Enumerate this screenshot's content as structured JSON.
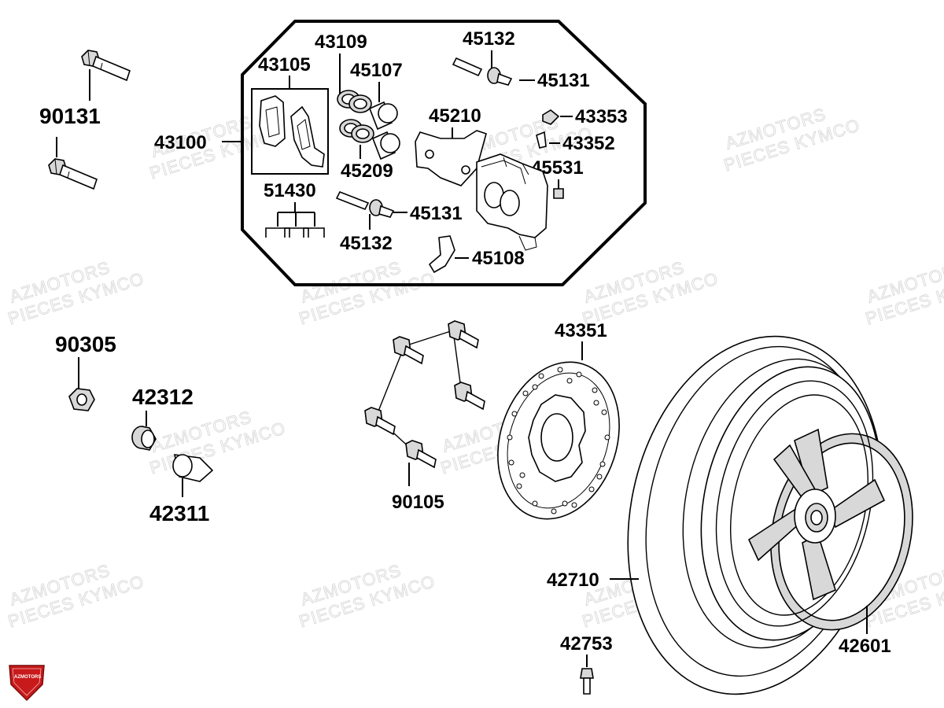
{
  "watermark": {
    "line1": "AZMOTORS",
    "line2": "PIECES KYMCO"
  },
  "logo": {
    "text": "AZMOTORS",
    "color": "#c8191b"
  },
  "parts": {
    "p90131": "90131",
    "p43100": "43100",
    "p43105": "43105",
    "p43109": "43109",
    "p45107": "45107",
    "p45132_top": "45132",
    "p45131_top": "45131",
    "p43353": "43353",
    "p43352": "43352",
    "p45210": "45210",
    "p45209": "45209",
    "p45531": "45531",
    "p51430": "51430",
    "p45131_bot": "45131",
    "p45132_bot": "45132",
    "p45108": "45108",
    "p90305": "90305",
    "p42312": "42312",
    "p42311": "42311",
    "p43351": "43351",
    "p90105": "90105",
    "p42710": "42710",
    "p42601": "42601",
    "p42753": "42753"
  }
}
